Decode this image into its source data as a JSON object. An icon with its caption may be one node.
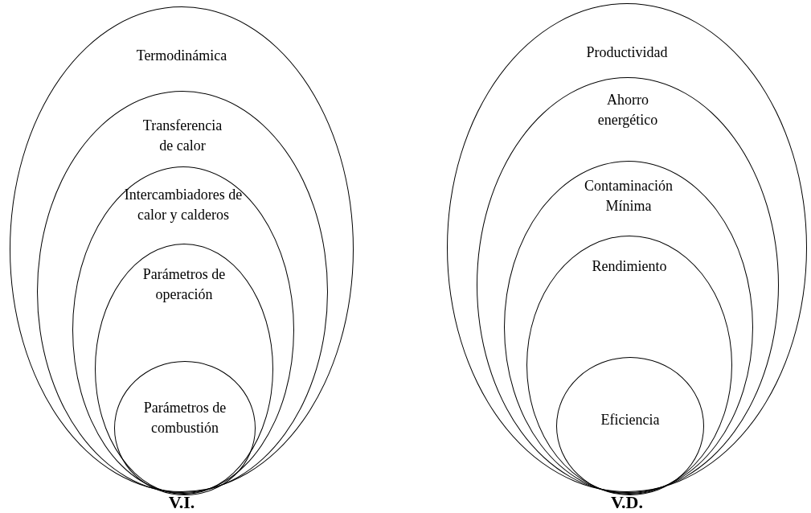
{
  "diagram": {
    "nodes": [
      {
        "text": [
          "Termodinámica"
        ]
      },
      {
        "text": [
          "Transferencia de calor"
        ],
        "in": 0
      },
      {
        "text": [
          "Intercambiadores de calor y calderos"
        ],
        "in": 1
      },
      {
        "text": [
          "Parámetros de operación"
        ],
        "in": 2
      },
      {
        "text": [
          "Parámetros de combustión"
        ],
        "in": 3
      },
      {
        "text": [
          "Productividad"
        ]
      },
      {
        "text": [
          "Ahorro energético"
        ],
        "in": 5
      },
      {
        "text": [
          "Contaminación Mínima"
        ],
        "in": 6
      },
      {
        "text": [
          "Rendimiento"
        ],
        "in": 7
      },
      {
        "text": [
          "Eficiencia"
        ],
        "in": 8
      }
    ],
    "labels": [
      "V.I.",
      "V.D."
    ]
  }
}
